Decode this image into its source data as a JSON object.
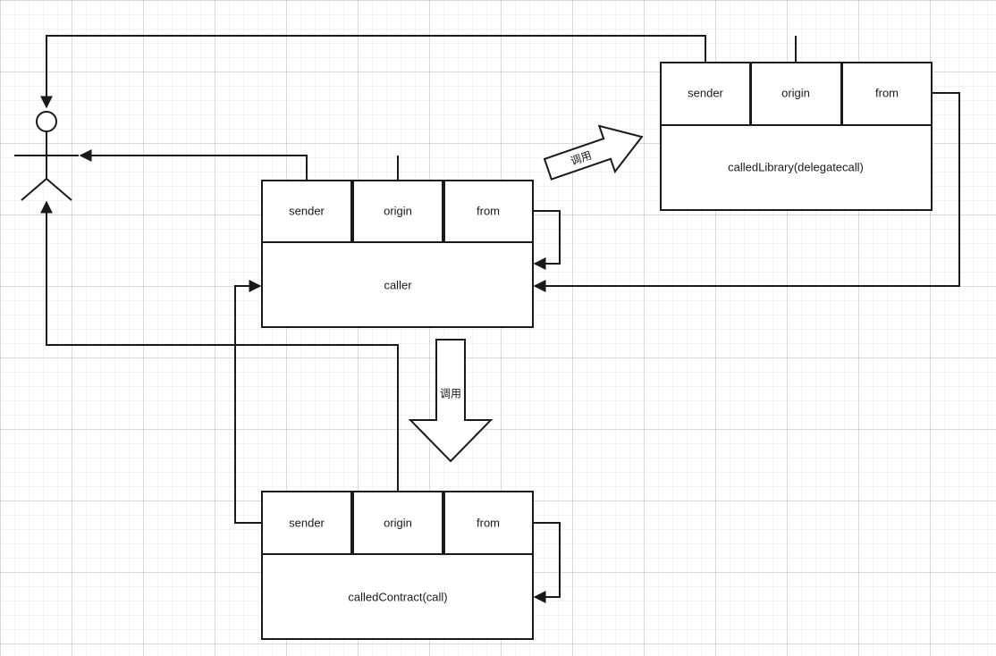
{
  "blocks": {
    "library": {
      "fields": {
        "sender": "sender",
        "origin": "origin",
        "from": "from"
      },
      "name": "calledLibrary(delegatecall)"
    },
    "caller": {
      "fields": {
        "sender": "sender",
        "origin": "origin",
        "from": "from"
      },
      "name": "caller"
    },
    "contract": {
      "fields": {
        "sender": "sender",
        "origin": "origin",
        "from": "from"
      },
      "name": "calledContract(call)"
    }
  },
  "arrows": {
    "caller_to_library": "调用",
    "caller_to_contract": "调用"
  }
}
